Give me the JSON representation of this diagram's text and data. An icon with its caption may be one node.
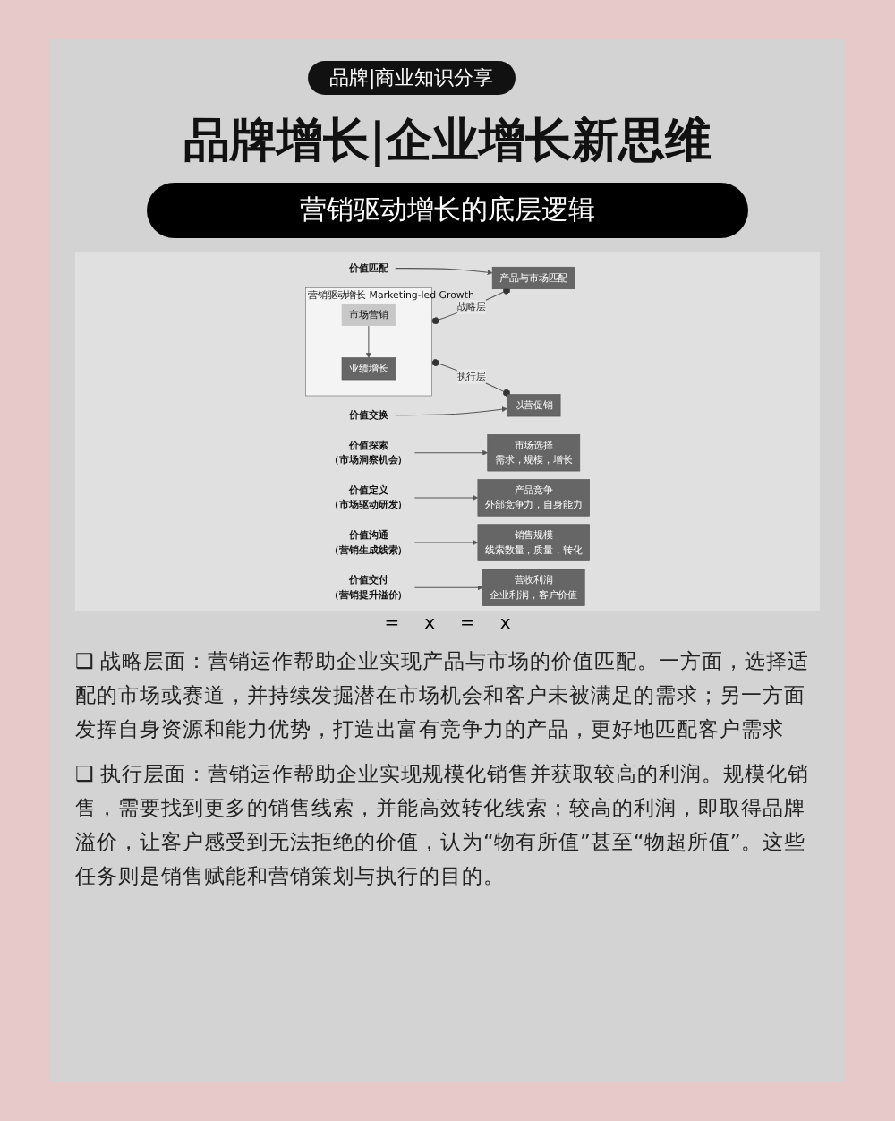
{
  "diagram": {
    "title": "品牌增长|企业增长新思维",
    "nodes": [
      {
        "text": [
          "营销驱动增长 Marketing-led Growth"
        ]
      },
      {
        "text": [
          "业绩增长"
        ],
        "in": 0
      },
      {
        "text": [
          "市场营销"
        ],
        "in": 0
      },
      {
        "text": [
          "产品与市场匹配"
        ]
      },
      {
        "text": [
          "市场选择",
          "需求，规模，增长"
        ]
      },
      {
        "text": [
          "产品竞争",
          "外部竞争力，自身能力"
        ]
      },
      {
        "text": [
          "价值匹配"
        ]
      },
      {
        "text": [
          "价值探索",
          "（市场洞察机会）"
        ]
      },
      {
        "text": [
          "价值定义",
          "（市场驱动研发）"
        ]
      },
      {
        "text": [
          "以营促销"
        ]
      },
      {
        "text": [
          "销售规模",
          "线索数量，质量，转化"
        ]
      },
      {
        "text": [
          "营收利润",
          "企业利润，客户价值"
        ]
      },
      {
        "text": [
          "价值交换"
        ]
      },
      {
        "text": [
          "价值沟通",
          "（营销生成线索）"
        ]
      },
      {
        "text": [
          "价值交付",
          "（营销提升溢价）"
        ]
      }
    ],
    "edges": [
      {
        "from": 2,
        "to": 1,
        "arrow": "to"
      },
      {
        "from": 0,
        "to": 3,
        "arrow": "other",
        "label": "战略层"
      },
      {
        "from": 0,
        "to": 9,
        "arrow": "other",
        "label": "执行层"
      },
      {
        "from": 6,
        "to": 3,
        "arrow": "to"
      },
      {
        "from": 7,
        "to": 4,
        "arrow": "to"
      },
      {
        "from": 8,
        "to": 5,
        "arrow": "to"
      },
      {
        "from": 12,
        "to": 9,
        "arrow": "to"
      },
      {
        "from": 13,
        "to": 10,
        "arrow": "to"
      },
      {
        "from": 14,
        "to": 11,
        "arrow": "to"
      }
    ],
    "labels": [
      "品牌|商业知识分享",
      "营销驱动增长的底层逻辑",
      "=",
      "x",
      "=",
      "x",
      "❑ 战略层面：营销运作帮助企业实现产品与市场的价值匹配。一方面，选择适配的市场或赛道，并持续发掘潜在市场机会和客户未被满足的需求；另一方面发挥自身资源和能力优势，打造出富有竞争力的产品，更好地匹配客户需求",
      "❑ 执行层面：营销运作帮助企业实现规模化销售并获取较高的利润。规模化销售，需要找到更多的销售线索，并能高效转化线索；较高的利润，即取得品牌溢价，让客户感受到无法拒绝的价值，认为“物有所值”甚至“物超所值”。这些任务则是销售赋能和营销策划与执行的目的。"
    ]
  }
}
